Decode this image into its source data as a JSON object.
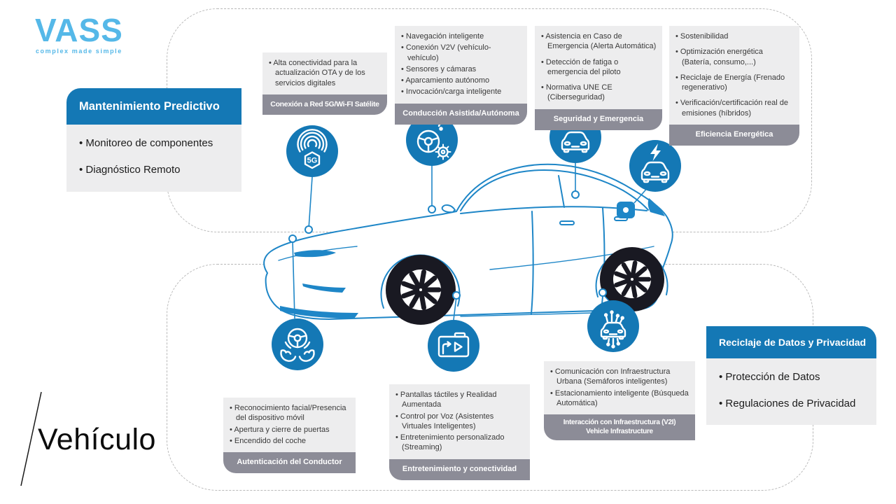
{
  "brand": {
    "name": "VASS",
    "tagline": "complex made simple"
  },
  "page_title": "Vehículo",
  "colors": {
    "brand_blue": "#1478b5",
    "logo_blue": "#55b8e8",
    "label_gray": "#8c8c97",
    "box_gray": "#ededee",
    "car_line_blue": "#1e86c7",
    "wheel_dark": "#191922"
  },
  "side_panels": {
    "left": {
      "title": "Mantenimiento Predictivo",
      "items": [
        "Monitoreo de componentes",
        "Diagnóstico Remoto"
      ]
    },
    "right": {
      "title": "Reciclaje de Datos y Privacidad",
      "items": [
        "Protección de Datos",
        "Regulaciones de Privacidad"
      ]
    }
  },
  "features": [
    {
      "label": "Conexión a Red 5G/Wi-FI Satélite",
      "icon": "5g-antenna-icon",
      "items": [
        "Alta conectividad para la actualización OTA y de los servicios digitales"
      ]
    },
    {
      "label": "Conducción Asistida/Autónoma",
      "icon": "steering-wheel-gear-icon",
      "items": [
        "Navegación inteligente",
        "Conexión V2V (vehículo-vehículo)",
        "Sensores y cámaras",
        "Aparcamiento autónomo",
        "Invocación/carga inteligente"
      ]
    },
    {
      "label": "Seguridad y Emergencia",
      "icon": "car-warning-icon",
      "items": [
        "Asistencia en Caso de Emergencia (Alerta Automática)",
        "Detección de fatiga o emergencia del piloto",
        "Normativa UNE CE (Ciberseguridad)"
      ]
    },
    {
      "label": "Eficiencia Energética",
      "icon": "car-lightning-icon",
      "items": [
        "Sostenibilidad",
        "Optimización energética (Batería, consumo,...)",
        "Reciclaje de Energía (Frenado regenerativo)",
        "Verificación/certificación real de emisiones (híbridos)"
      ]
    },
    {
      "label": "Autenticación del Conductor",
      "icon": "hands-steering-wheel-icon",
      "items": [
        "Reconocimiento facial/Presencia del dispositivo móvil",
        "Apertura y cierre de puertas",
        "Encendido del coche"
      ]
    },
    {
      "label": "Entretenimiento y conectividad",
      "icon": "infotainment-screen-icon",
      "items": [
        "Pantallas táctiles y Realidad Aumentada",
        "Control por Voz (Asistentes Virtuales Inteligentes)",
        "Entretenimiento personalizado (Streaming)"
      ]
    },
    {
      "label": "Interacción con Infraestructura (V2I) Vehicle Infrastructure",
      "label_lines": [
        "Interacción con Infraestructura (V2I)",
        "Vehicle Infrastructure"
      ],
      "icon": "car-connectivity-icon",
      "items": [
        "Comunicación con Infraestructura Urbana (Semáforos inteligentes)",
        "Estacionamiento inteligente (Búsqueda Automática)"
      ]
    }
  ]
}
